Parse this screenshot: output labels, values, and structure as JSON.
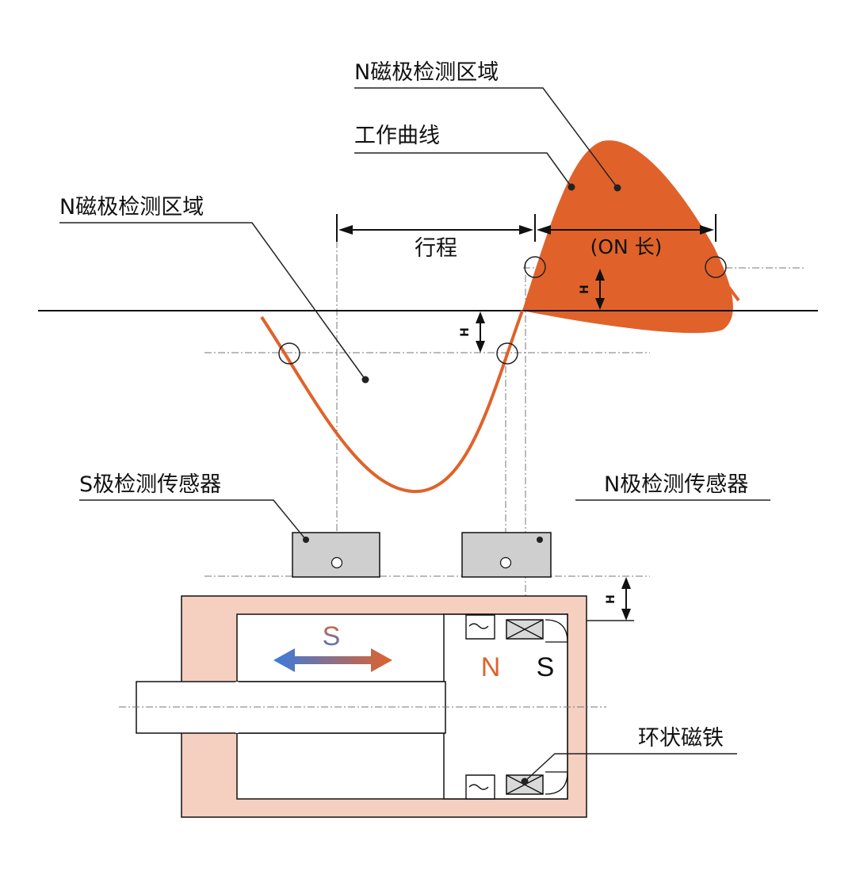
{
  "labels": {
    "n_zone_top": "N磁极检测区域",
    "work_curve": "工作曲线",
    "n_zone_left": "N磁极检测区域",
    "stroke": "行程",
    "on_length": "(ON 长)",
    "h": "H",
    "s_sensor": "S极检测传感器",
    "n_sensor": "N极检测传感器",
    "ring_magnet": "环状磁铁",
    "pole_s_arrow": "S",
    "pole_n": "N",
    "pole_s": "S"
  },
  "colors": {
    "curve": "#e0622a",
    "cylinder": "#f5cfc0",
    "sensor": "#cfcfcf",
    "arrow_left": "#3a7be0",
    "arrow_right": "#e0622a"
  }
}
